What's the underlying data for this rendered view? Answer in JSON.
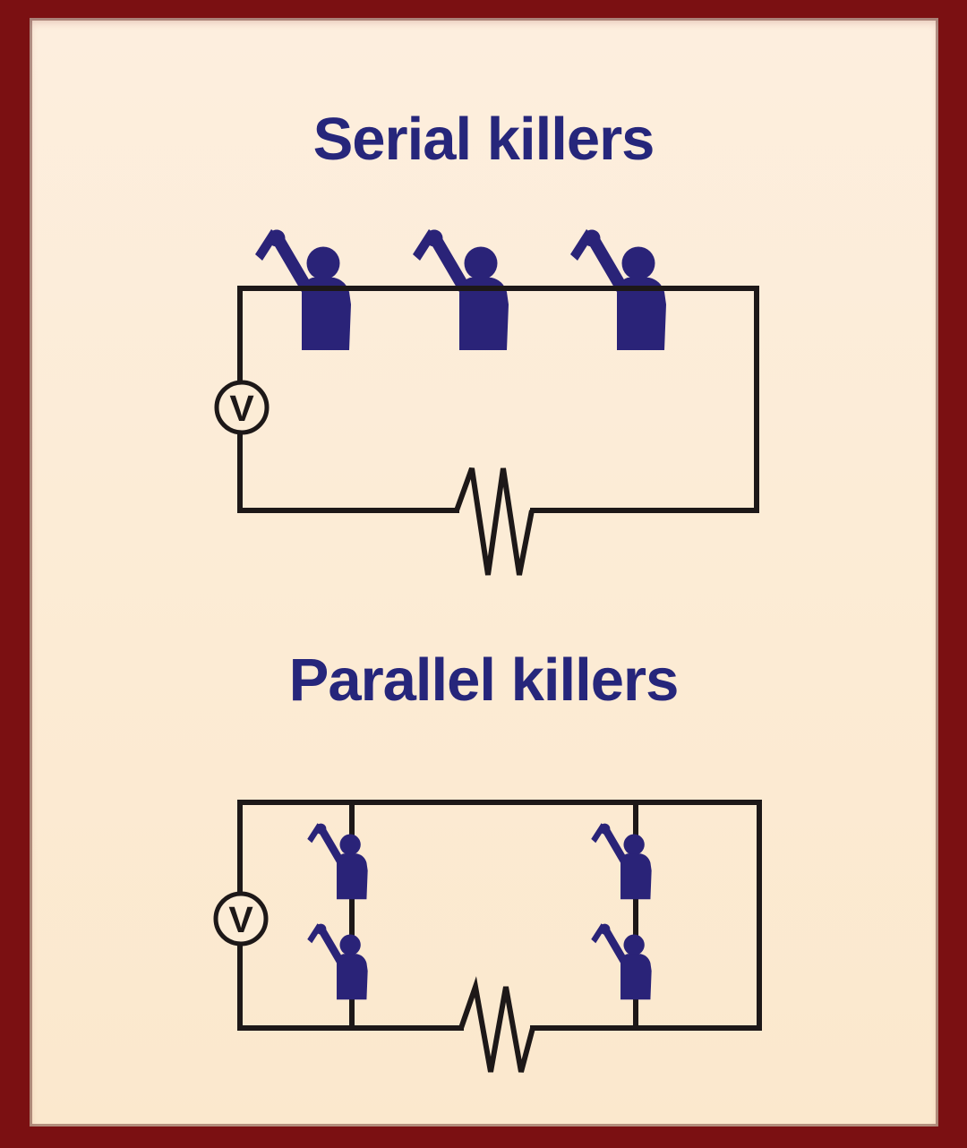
{
  "meme": {
    "style": "circuit-diagram joke image",
    "colors": {
      "border_maroon": "#7b1012",
      "panel_cream": "#fcecd6",
      "title_navy": "#26267b",
      "figure_navy": "#2a2378",
      "wire_black": "#1d1818"
    },
    "serial_section": {
      "title": "Serial killers",
      "topology": "series",
      "killer_count": 3,
      "voltage_source_label": "V",
      "components": [
        "voltage-source",
        "resistor",
        "three killer figures in series on top wire"
      ]
    },
    "parallel_section": {
      "title": "Parallel killers",
      "topology": "parallel",
      "killer_count": 4,
      "branch_count": 2,
      "voltage_source_label": "V",
      "components": [
        "voltage-source",
        "resistor",
        "two parallel branches with two killer figures each"
      ]
    }
  }
}
